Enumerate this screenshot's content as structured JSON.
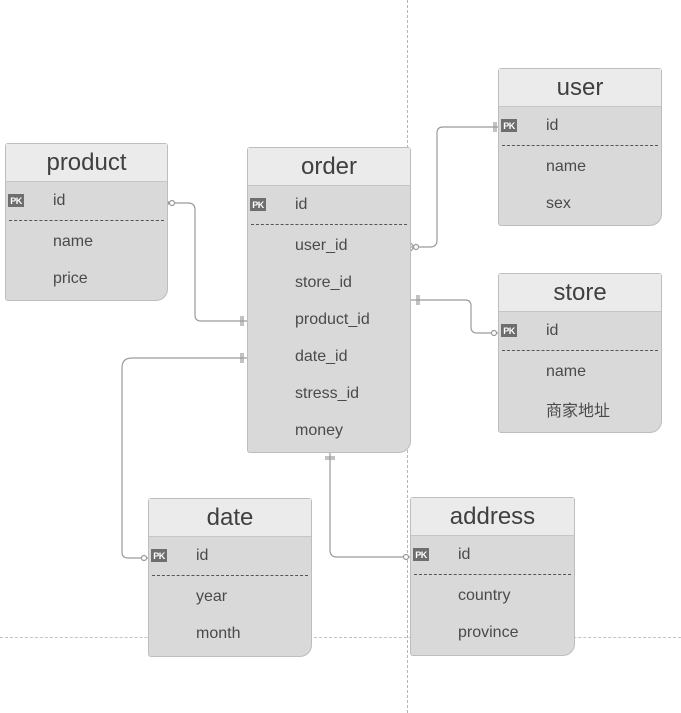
{
  "entities": {
    "product": {
      "title": "product",
      "pk_badge": "PK",
      "pk": "id",
      "fields": [
        "name",
        "price"
      ]
    },
    "order": {
      "title": "order",
      "pk_badge": "PK",
      "pk": "id",
      "fields": [
        "user_id",
        "store_id",
        "product_id",
        "date_id",
        "stress_id",
        "money"
      ]
    },
    "user": {
      "title": "user",
      "pk_badge": "PK",
      "pk": "id",
      "fields": [
        "name",
        "sex"
      ]
    },
    "store": {
      "title": "store",
      "pk_badge": "PK",
      "pk": "id",
      "fields": [
        "name",
        "商家地址"
      ]
    },
    "date": {
      "title": "date",
      "pk_badge": "PK",
      "pk": "id",
      "fields": [
        "year",
        "month"
      ]
    },
    "address": {
      "title": "address",
      "pk_badge": "PK",
      "pk": "id",
      "fields": [
        "country",
        "province"
      ]
    }
  },
  "relationships": [
    {
      "from": "order.user_id",
      "to": "user.id"
    },
    {
      "from": "order.store_id",
      "to": "store.id"
    },
    {
      "from": "order.product_id",
      "to": "product.id"
    },
    {
      "from": "order.date_id",
      "to": "date.id"
    },
    {
      "from": "order",
      "to": "address.id"
    }
  ],
  "colors": {
    "entity_fill": "#d9d9d9",
    "header_fill": "#ebebeb",
    "pk_badge": "#6e6e6e",
    "connector": "#999999"
  }
}
